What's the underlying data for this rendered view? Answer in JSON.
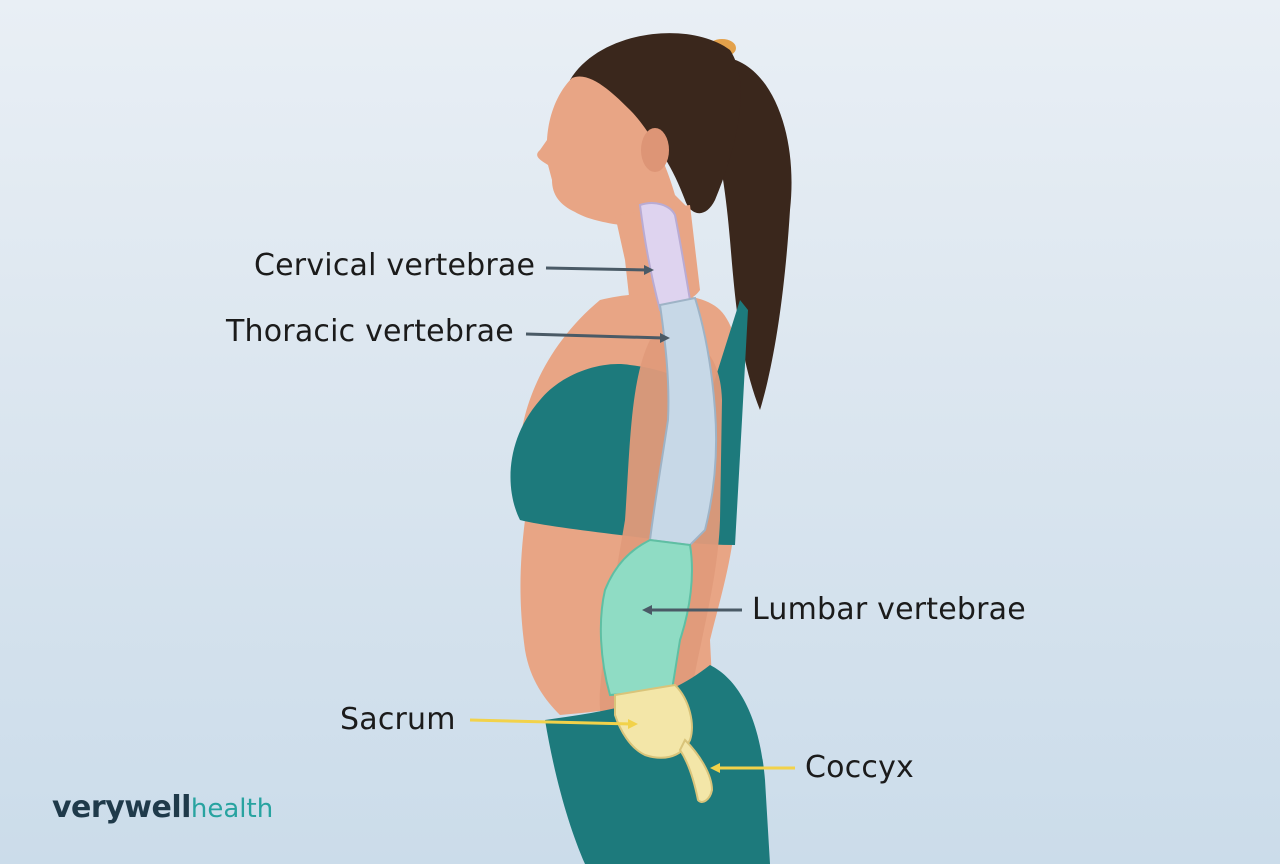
{
  "labels": {
    "cervical": "Cervical vertebrae",
    "thoracic": "Thoracic vertebrae",
    "lumbar": "Lumbar vertebrae",
    "sacrum": "Sacrum",
    "coccyx": "Coccyx"
  },
  "logo": {
    "brand": "verywell",
    "section": "health"
  },
  "colors": {
    "skin": "#e8a585",
    "hair": "#3a271c",
    "clothing": "#1d7a7c",
    "cervical": "#ded3ef",
    "thoracic": "#c7d8e7",
    "lumbar": "#8fdcc4",
    "sacrum": "#f3e6a8",
    "pointer_gray": "#4a5a66",
    "pointer_yellow": "#f2d24a",
    "logo_dark": "#1f3a4a",
    "logo_teal": "#28a3a0"
  }
}
